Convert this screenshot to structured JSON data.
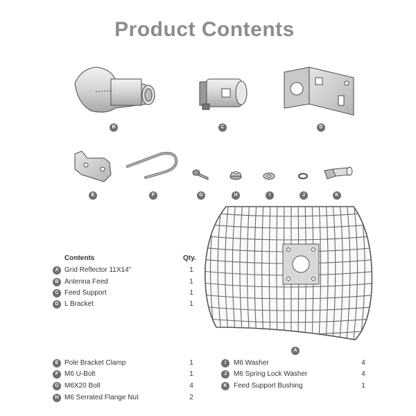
{
  "title": "Product Contents",
  "colors": {
    "title": "#8c8c8c",
    "badge": "#6e6e6e",
    "line_art": "#4a4a4a"
  },
  "parts": {
    "A": "A",
    "B": "B",
    "C": "C",
    "D": "D",
    "E": "E",
    "F": "F",
    "G": "G",
    "H": "H",
    "I": "I",
    "J": "J",
    "K": "K"
  },
  "table": {
    "header_contents": "Contents",
    "header_qty": "Qty.",
    "rows": [
      {
        "letter": "A",
        "name": "Grid Reflector 11X14\"",
        "qty": "1"
      },
      {
        "letter": "B",
        "name": "Antenna Feed",
        "qty": "1"
      },
      {
        "letter": "C",
        "name": "Feed Support",
        "qty": "1"
      },
      {
        "letter": "D",
        "name": "L Bracket",
        "qty": "1"
      }
    ],
    "bottom_left": [
      {
        "letter": "E",
        "name": "Pole Bracket Clamp",
        "qty": "1"
      },
      {
        "letter": "F",
        "name": "M6 U-Bolt",
        "qty": "1"
      },
      {
        "letter": "G",
        "name": "M6X20 Bolt",
        "qty": "4"
      },
      {
        "letter": "H",
        "name": "M6 Serrated Flange Nut",
        "qty": "2"
      }
    ],
    "bottom_right": [
      {
        "letter": "I",
        "name": "M6 Washer",
        "qty": "4"
      },
      {
        "letter": "J",
        "name": "M6 Spring Lock Washer",
        "qty": "4"
      },
      {
        "letter": "K",
        "name": "Feed Support Bushing",
        "qty": "1"
      }
    ]
  }
}
